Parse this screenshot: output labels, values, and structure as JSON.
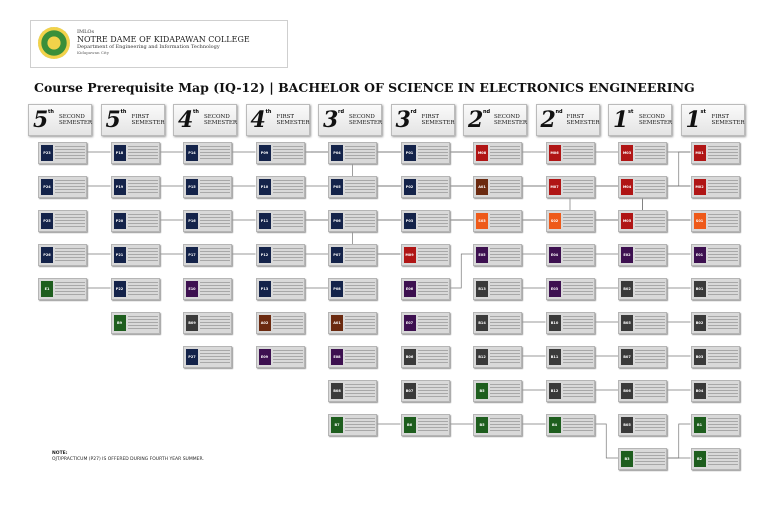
{
  "header": {
    "line1": "IMLOs",
    "college": "NOTRE DAME OF KIDAPAWAN COLLEGE",
    "department": "Department of Engineering and Information Technology",
    "city": "Kidapawan City"
  },
  "title": "Course  Prerequisite Map (IQ-12) | BACHELOR OF SCIENCE IN ELECTRONICS ENGINEERING",
  "semesters": [
    {
      "num": "5",
      "sup": "th",
      "line1": "SECOND",
      "line2": "SEMESTER"
    },
    {
      "num": "5",
      "sup": "th",
      "line1": "FIRST",
      "line2": "SEMESTER"
    },
    {
      "num": "4",
      "sup": "th",
      "line1": "SECOND",
      "line2": "SEMESTER"
    },
    {
      "num": "4",
      "sup": "th",
      "line1": "FIRST",
      "line2": "SEMESTER"
    },
    {
      "num": "3",
      "sup": "rd",
      "line1": "SECOND",
      "line2": "SEMESTER"
    },
    {
      "num": "3",
      "sup": "rd",
      "line1": "FIRST",
      "line2": "SEMESTER"
    },
    {
      "num": "2",
      "sup": "nd",
      "line1": "SECOND",
      "line2": "SEMESTER"
    },
    {
      "num": "2",
      "sup": "nd",
      "line1": "FIRST",
      "line2": "SEMESTER"
    },
    {
      "num": "1",
      "sup": "st",
      "line1": "SECOND",
      "line2": "SEMESTER"
    },
    {
      "num": "1",
      "sup": "st",
      "line1": "FIRST",
      "line2": "SEMESTER"
    }
  ],
  "colors": {
    "navy": "#14234a",
    "purple": "#3d1050",
    "dark": "#3a3a3a",
    "green": "#1e5e1e",
    "red": "#b01515",
    "orange": "#ee5a1a",
    "brown": "#6b2a10"
  },
  "nodes": [
    {
      "col": 0,
      "row": 0,
      "code": "P23",
      "color": "navy",
      "name": ""
    },
    {
      "col": 0,
      "row": 1,
      "code": "P24",
      "color": "navy",
      "name": ""
    },
    {
      "col": 0,
      "row": 2,
      "code": "P25",
      "color": "navy",
      "name": ""
    },
    {
      "col": 0,
      "row": 3,
      "code": "P26",
      "color": "navy",
      "name": ""
    },
    {
      "col": 0,
      "row": 4,
      "code": "E1",
      "color": "green",
      "name": ""
    },
    {
      "col": 1,
      "row": 0,
      "code": "P18",
      "color": "navy",
      "name": ""
    },
    {
      "col": 1,
      "row": 1,
      "code": "P19",
      "color": "navy",
      "name": ""
    },
    {
      "col": 1,
      "row": 2,
      "code": "P20",
      "color": "navy",
      "name": ""
    },
    {
      "col": 1,
      "row": 3,
      "code": "P21",
      "color": "navy",
      "name": ""
    },
    {
      "col": 1,
      "row": 4,
      "code": "P22",
      "color": "navy",
      "name": ""
    },
    {
      "col": 1,
      "row": 5,
      "code": "B9",
      "color": "green",
      "name": ""
    },
    {
      "col": 2,
      "row": 0,
      "code": "P14",
      "color": "navy",
      "name": ""
    },
    {
      "col": 2,
      "row": 1,
      "code": "P15",
      "color": "navy",
      "name": ""
    },
    {
      "col": 2,
      "row": 2,
      "code": "P16",
      "color": "navy",
      "name": ""
    },
    {
      "col": 2,
      "row": 3,
      "code": "P17",
      "color": "navy",
      "name": ""
    },
    {
      "col": 2,
      "row": 4,
      "code": "E10",
      "color": "purple",
      "name": ""
    },
    {
      "col": 2,
      "row": 5,
      "code": "B09",
      "color": "dark",
      "name": ""
    },
    {
      "col": 2,
      "row": 6,
      "code": "P27",
      "color": "navy",
      "name": ""
    },
    {
      "col": 3,
      "row": 0,
      "code": "P09",
      "color": "navy",
      "name": ""
    },
    {
      "col": 3,
      "row": 1,
      "code": "P10",
      "color": "navy",
      "name": ""
    },
    {
      "col": 3,
      "row": 2,
      "code": "P11",
      "color": "navy",
      "name": ""
    },
    {
      "col": 3,
      "row": 3,
      "code": "P12",
      "color": "navy",
      "name": ""
    },
    {
      "col": 3,
      "row": 4,
      "code": "P13",
      "color": "navy",
      "name": ""
    },
    {
      "col": 3,
      "row": 5,
      "code": "A02",
      "color": "brown",
      "name": ""
    },
    {
      "col": 3,
      "row": 6,
      "code": "E09",
      "color": "purple",
      "name": ""
    },
    {
      "col": 4,
      "row": 0,
      "code": "P04",
      "color": "navy",
      "name": ""
    },
    {
      "col": 4,
      "row": 1,
      "code": "P05",
      "color": "navy",
      "name": ""
    },
    {
      "col": 4,
      "row": 2,
      "code": "P06",
      "color": "navy",
      "name": ""
    },
    {
      "col": 4,
      "row": 3,
      "code": "P07",
      "color": "navy",
      "name": ""
    },
    {
      "col": 4,
      "row": 4,
      "code": "P08",
      "color": "navy",
      "name": ""
    },
    {
      "col": 4,
      "row": 5,
      "code": "A01",
      "color": "brown",
      "name": ""
    },
    {
      "col": 4,
      "row": 6,
      "code": "E08",
      "color": "purple",
      "name": ""
    },
    {
      "col": 4,
      "row": 7,
      "code": "B08",
      "color": "dark",
      "name": ""
    },
    {
      "col": 4,
      "row": 8,
      "code": "B7",
      "color": "green",
      "name": ""
    },
    {
      "col": 5,
      "row": 0,
      "code": "P01",
      "color": "navy",
      "name": ""
    },
    {
      "col": 5,
      "row": 1,
      "code": "P02",
      "color": "navy",
      "name": ""
    },
    {
      "col": 5,
      "row": 2,
      "code": "P03",
      "color": "navy",
      "name": ""
    },
    {
      "col": 5,
      "row": 3,
      "code": "M09",
      "color": "red",
      "name": ""
    },
    {
      "col": 5,
      "row": 4,
      "code": "E06",
      "color": "purple",
      "name": ""
    },
    {
      "col": 5,
      "row": 5,
      "code": "E07",
      "color": "purple",
      "name": ""
    },
    {
      "col": 5,
      "row": 6,
      "code": "B06",
      "color": "dark",
      "name": ""
    },
    {
      "col": 5,
      "row": 7,
      "code": "B07",
      "color": "dark",
      "name": ""
    },
    {
      "col": 5,
      "row": 8,
      "code": "B6",
      "color": "green",
      "name": ""
    },
    {
      "col": 6,
      "row": 0,
      "code": "M08",
      "color": "red",
      "name": ""
    },
    {
      "col": 6,
      "row": 1,
      "code": "A01",
      "color": "brown",
      "name": ""
    },
    {
      "col": 6,
      "row": 2,
      "code": "S03",
      "color": "orange",
      "name": ""
    },
    {
      "col": 6,
      "row": 3,
      "code": "E05",
      "color": "purple",
      "name": ""
    },
    {
      "col": 6,
      "row": 4,
      "code": "B13",
      "color": "dark",
      "name": ""
    },
    {
      "col": 6,
      "row": 5,
      "code": "B14",
      "color": "dark",
      "name": ""
    },
    {
      "col": 6,
      "row": 6,
      "code": "B12",
      "color": "dark",
      "name": ""
    },
    {
      "col": 6,
      "row": 7,
      "code": "B5",
      "color": "green",
      "name": ""
    },
    {
      "col": 6,
      "row": 8,
      "code": "B5",
      "color": "green",
      "name": ""
    },
    {
      "col": 7,
      "row": 0,
      "code": "M06",
      "color": "red",
      "name": ""
    },
    {
      "col": 7,
      "row": 1,
      "code": "M07",
      "color": "red",
      "name": ""
    },
    {
      "col": 7,
      "row": 2,
      "code": "S02",
      "color": "orange",
      "name": ""
    },
    {
      "col": 7,
      "row": 3,
      "code": "E04",
      "color": "purple",
      "name": ""
    },
    {
      "col": 7,
      "row": 4,
      "code": "E03",
      "color": "purple",
      "name": ""
    },
    {
      "col": 7,
      "row": 5,
      "code": "B10",
      "color": "dark",
      "name": ""
    },
    {
      "col": 7,
      "row": 6,
      "code": "B11",
      "color": "dark",
      "name": ""
    },
    {
      "col": 7,
      "row": 7,
      "code": "B12",
      "color": "dark",
      "name": ""
    },
    {
      "col": 7,
      "row": 8,
      "code": "B4",
      "color": "green",
      "name": ""
    },
    {
      "col": 8,
      "row": 0,
      "code": "M03",
      "color": "red",
      "name": ""
    },
    {
      "col": 8,
      "row": 1,
      "code": "M04",
      "color": "red",
      "name": ""
    },
    {
      "col": 8,
      "row": 2,
      "code": "M05",
      "color": "red",
      "name": ""
    },
    {
      "col": 8,
      "row": 3,
      "code": "E02",
      "color": "purple",
      "name": ""
    },
    {
      "col": 8,
      "row": 4,
      "code": "B02",
      "color": "dark",
      "name": ""
    },
    {
      "col": 8,
      "row": 5,
      "code": "B05",
      "color": "dark",
      "name": ""
    },
    {
      "col": 8,
      "row": 6,
      "code": "B07",
      "color": "dark",
      "name": ""
    },
    {
      "col": 8,
      "row": 7,
      "code": "B06",
      "color": "dark",
      "name": ""
    },
    {
      "col": 8,
      "row": 8,
      "code": "B05",
      "color": "dark",
      "name": ""
    },
    {
      "col": 8,
      "row": 9,
      "code": "B3",
      "color": "green",
      "name": ""
    },
    {
      "col": 9,
      "row": 0,
      "code": "M01",
      "color": "red",
      "name": ""
    },
    {
      "col": 9,
      "row": 1,
      "code": "M02",
      "color": "red",
      "name": ""
    },
    {
      "col": 9,
      "row": 2,
      "code": "S01",
      "color": "orange",
      "name": ""
    },
    {
      "col": 9,
      "row": 3,
      "code": "E01",
      "color": "purple",
      "name": ""
    },
    {
      "col": 9,
      "row": 4,
      "code": "B01",
      "color": "dark",
      "name": ""
    },
    {
      "col": 9,
      "row": 5,
      "code": "B02",
      "color": "dark",
      "name": ""
    },
    {
      "col": 9,
      "row": 6,
      "code": "B03",
      "color": "dark",
      "name": ""
    },
    {
      "col": 9,
      "row": 7,
      "code": "B04",
      "color": "dark",
      "name": ""
    },
    {
      "col": 9,
      "row": 8,
      "code": "B1",
      "color": "green",
      "name": ""
    },
    {
      "col": 9,
      "row": 9,
      "code": "B2",
      "color": "green",
      "name": ""
    }
  ],
  "edges": [
    [
      5,
      0
    ],
    [
      6,
      1
    ],
    [
      8,
      3
    ],
    [
      9,
      4
    ],
    [
      11,
      5
    ],
    [
      12,
      6
    ],
    [
      13,
      7
    ],
    [
      14,
      8
    ],
    [
      18,
      11
    ],
    [
      19,
      12
    ],
    [
      20,
      13
    ],
    [
      21,
      14
    ],
    [
      25,
      18
    ],
    [
      26,
      19
    ],
    [
      27,
      20
    ],
    [
      28,
      21
    ],
    [
      29,
      22
    ],
    [
      34,
      25
    ],
    [
      35,
      26
    ],
    [
      36,
      27
    ],
    [
      37,
      28
    ],
    [
      43,
      34
    ],
    [
      44,
      35
    ],
    [
      45,
      36
    ],
    [
      52,
      43
    ],
    [
      53,
      44
    ],
    [
      54,
      45
    ],
    [
      61,
      52
    ],
    [
      62,
      53
    ],
    [
      63,
      54
    ],
    [
      71,
      61
    ],
    [
      72,
      62
    ],
    [
      73,
      63
    ],
    [
      74,
      64
    ],
    [
      64,
      55
    ],
    [
      55,
      46
    ],
    [
      46,
      38
    ],
    [
      75,
      65
    ],
    [
      65,
      56
    ],
    [
      56,
      47
    ],
    [
      76,
      66
    ],
    [
      66,
      57
    ],
    [
      57,
      48
    ],
    [
      77,
      67
    ],
    [
      67,
      58
    ],
    [
      58,
      49
    ],
    [
      78,
      68
    ],
    [
      68,
      59
    ],
    [
      59,
      50
    ],
    [
      79,
      70
    ],
    [
      70,
      60
    ],
    [
      60,
      51
    ],
    [
      51,
      42
    ],
    [
      42,
      33
    ],
    [
      80,
      70
    ],
    [
      37,
      20
    ],
    [
      45,
      27
    ],
    [
      54,
      36
    ],
    [
      63,
      44
    ],
    [
      73,
      53
    ],
    [
      72,
      54
    ],
    [
      71,
      62
    ],
    [
      44,
      26
    ],
    [
      43,
      25
    ],
    [
      35,
      18
    ]
  ],
  "note": {
    "label": "NOTE:",
    "text": "OJT/PRACTICUM (P27) IS OFFERED DURING FOURTH YEAR SUMMER."
  }
}
